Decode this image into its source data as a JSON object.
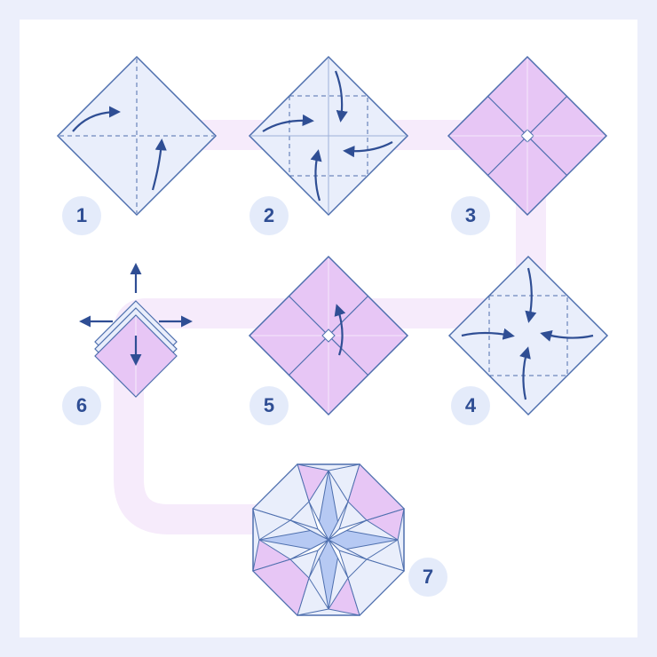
{
  "steps": [
    {
      "number": "1",
      "state": "folded-crease-guides"
    },
    {
      "number": "2",
      "state": "fold-corners-to-center"
    },
    {
      "number": "3",
      "state": "flip-over"
    },
    {
      "number": "4",
      "state": "fold-corners-to-center"
    },
    {
      "number": "5",
      "state": "open-flap"
    },
    {
      "number": "6",
      "state": "pull-out-points"
    },
    {
      "number": "7",
      "state": "finished-octagon-star"
    }
  ],
  "colors": {
    "background": "#ECEFFB",
    "card": "#FFFFFF",
    "connector_path": "#F6EBFB",
    "paper_front": "#E9EEFB",
    "paper_back": "#E7C6F5",
    "paper_accent": "#B6C9F3",
    "outline": "#4E6FAE",
    "arrow": "#2F4E94",
    "number_badge": "#E4EBFA"
  },
  "icons": [
    "arrow-curved-icon",
    "arrow-straight-icon"
  ]
}
